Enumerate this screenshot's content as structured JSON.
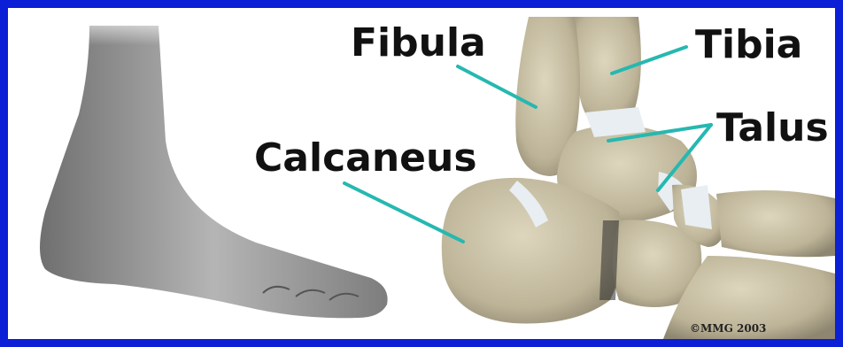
{
  "labels": {
    "fibula": "Fibula",
    "tibia": "Tibia",
    "talus": "Talus",
    "calcaneus": "Calcaneus"
  },
  "copyright": "©MMG 2003",
  "colors": {
    "frame": "#0a1fd6",
    "leader_line": "#26b8b0",
    "bone": "#c9c1a6",
    "cartilage": "#e8eef2",
    "foot_skin": "#9a9a9a"
  }
}
